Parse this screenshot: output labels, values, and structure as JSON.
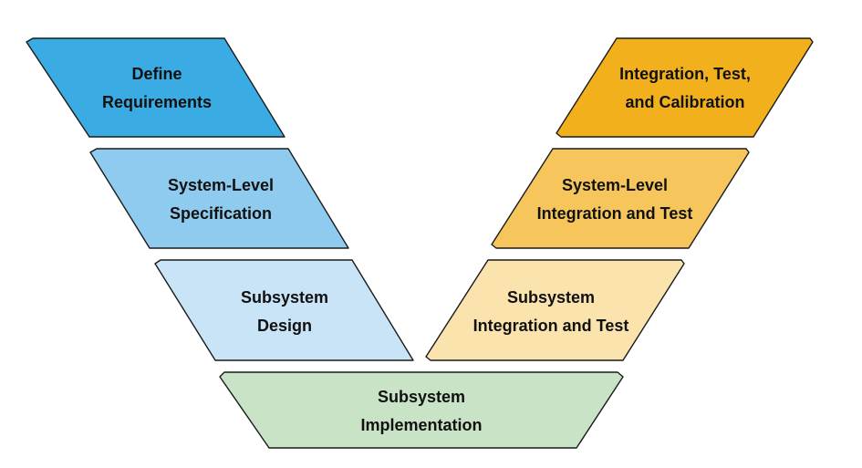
{
  "stages": {
    "define_requirements": {
      "line1": "Define",
      "line2": "Requirements",
      "color": "#3aace3"
    },
    "system_level_specification": {
      "line1": "System-Level",
      "line2": "Specification",
      "color": "#8ecbee"
    },
    "subsystem_design": {
      "line1": "Subsystem",
      "line2": "Design",
      "color": "#c9e4f6"
    },
    "subsystem_implementation": {
      "line1": "Subsystem",
      "line2": "Implementation",
      "color": "#c8e3c5"
    },
    "subsystem_integration_and_test": {
      "line1": "Subsystem",
      "line2": "Integration and Test",
      "color": "#fbe3ae"
    },
    "system_level_integration_and_test": {
      "line1": "System-Level",
      "line2": "Integration and Test",
      "color": "#f6c65c"
    },
    "integration_test_and_calibration": {
      "line1": "Integration, Test,",
      "line2": "and Calibration",
      "color": "#f2b11c"
    }
  }
}
